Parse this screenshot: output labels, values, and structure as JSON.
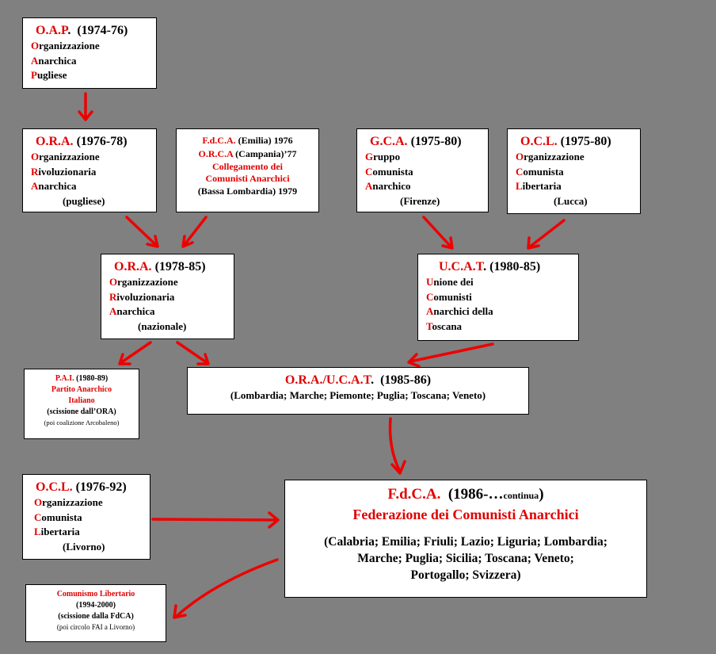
{
  "colors": {
    "background": "#808080",
    "box": "#ffffff",
    "accent_red": "#e00000",
    "arrow": "#ee0000"
  },
  "oap": {
    "abbr": "O.A.P",
    "dot": ".",
    "years": "(1974-76)",
    "lines": [
      {
        "i": "O",
        "r": "rganizzazione"
      },
      {
        "i": "A",
        "r": "narchica"
      },
      {
        "i": "P",
        "r": "ugliese"
      }
    ]
  },
  "ora1": {
    "abbr": "O.R.A.",
    "years": "(1976-78)",
    "lines": [
      {
        "i": "O",
        "r": "rganizzazione"
      },
      {
        "i": "R",
        "r": "ivoluzionaria"
      },
      {
        "i": "A",
        "r": "narchica"
      }
    ],
    "note": "(pugliese)"
  },
  "fdca_emilia": {
    "l1_abbr": "F.d.C.A.",
    "l1_rest": " (Emilia) 1976",
    "l2_abbr": "O.R.C.A",
    "l2_rest": " (Campania)’77",
    "l3": "Collegamento dei",
    "l4": "Comunisti Anarchici",
    "l5": "(Bassa Lombardia) 1979"
  },
  "gca": {
    "abbr": "G.C.A.",
    "years": "(1975-80)",
    "lines": [
      {
        "i": "G",
        "r": "ruppo"
      },
      {
        "i": "C",
        "r": "omunista"
      },
      {
        "i": "A",
        "r": "narchico"
      }
    ],
    "note": "(Firenze)"
  },
  "ocl_lucca": {
    "abbr": "O.C.L.",
    "years": "(1975-80)",
    "lines": [
      {
        "i": "O",
        "r": "rganizzazione"
      },
      {
        "i": "C",
        "r": "omunista"
      },
      {
        "i": "L",
        "r": "ibertaria"
      }
    ],
    "note": "(Lucca)"
  },
  "ora2": {
    "abbr": "O.R.A.",
    "years": "(1978-85)",
    "lines": [
      {
        "i": "O",
        "r": "rganizzazione"
      },
      {
        "i": "R",
        "r": "ivoluzionaria"
      },
      {
        "i": "A",
        "r": "narchica"
      }
    ],
    "note": "(nazionale)"
  },
  "ucat": {
    "abbr": "U.C.A.T",
    "dot": ".",
    "years": "(1980-85)",
    "lines": [
      {
        "i": "U",
        "r": "nione dei"
      },
      {
        "i": "C",
        "r": "omunisti"
      },
      {
        "i": "A",
        "r": "narchici della"
      },
      {
        "i": "T",
        "r": "oscana"
      }
    ]
  },
  "pai": {
    "abbr": "P.A.I.",
    "years": " (1980-89)",
    "l2a": "Partito ",
    "l2i": "A",
    "l2b": "narchico",
    "l3i": "I",
    "l3b": "taliano",
    "l4": "(scissione dall’ORA)",
    "l5": "(poi coalizione Arcobaleno)"
  },
  "ora_ucat": {
    "abbr": "O.R.A./U.C.A.T",
    "dot": ".",
    "years": "(1985-86)",
    "regions": "(Lombardia; Marche; Piemonte; Puglia; Toscana; Veneto)"
  },
  "ocl_livorno": {
    "abbr": "O.C.L.",
    "years": "(1976-92)",
    "lines": [
      {
        "i": "O",
        "r": "rganizzazione"
      },
      {
        "i": "C",
        "r": "omunista"
      },
      {
        "i": "L",
        "r": "ibertaria"
      }
    ],
    "note": "(Livorno)"
  },
  "fdca_main": {
    "abbr": "F.d.C.A.",
    "years": "(1986-…",
    "cont": "continua",
    "close": ")",
    "name": "Federazione dei Comunisti Anarchici",
    "regions_1": "(Calabria; Emilia; Friuli; Lazio; Liguria; Lombardia;",
    "regions_2": "Marche; Puglia; Sicilia; Toscana; Veneto;",
    "regions_3": "Portogallo; Svizzera)"
  },
  "comlib": {
    "title": "Comunismo Libertario",
    "years": "(1994-2000)",
    "l3": "(scissione dalla FdCA)",
    "l4": "(poi circolo FAI a Livorno)"
  }
}
